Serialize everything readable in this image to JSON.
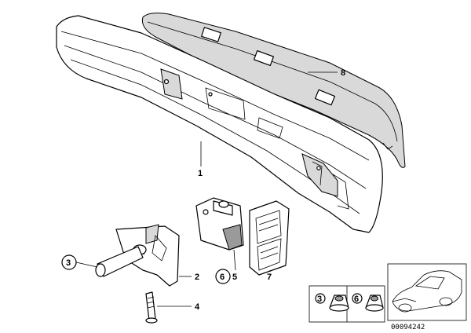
{
  "callouts": {
    "bumper_carrier": "1",
    "bracket": "2",
    "impact_absorber": "3",
    "bolt": "4",
    "pad": "5",
    "nut": "6",
    "grille_cover": "7",
    "foam_strip": "8"
  },
  "inset": {
    "part_a": "3",
    "part_b": "6"
  },
  "diagram_code": "00094242"
}
